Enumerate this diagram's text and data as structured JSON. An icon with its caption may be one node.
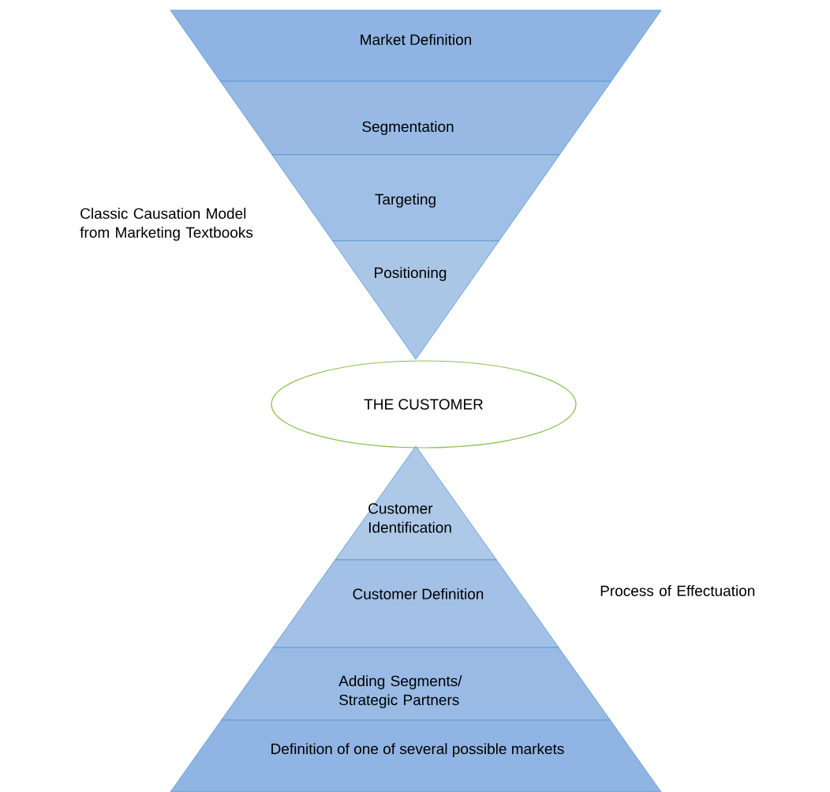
{
  "diagram": {
    "nodes": [
      {
        "text": [
          "Market Definition"
        ]
      },
      {
        "text": [
          "Segmentation"
        ]
      },
      {
        "text": [
          "Targeting"
        ]
      },
      {
        "text": [
          "Positioning"
        ]
      },
      {
        "text": [
          "THE CUSTOMER"
        ]
      },
      {
        "text": [
          "Customer Identification"
        ]
      },
      {
        "text": [
          "Customer Definition"
        ]
      },
      {
        "text": [
          "Adding Segments/ Strategic Partners"
        ]
      },
      {
        "text": [
          "Definition of one of several possible markets"
        ]
      }
    ],
    "labels": [
      "Classic Causation Model from Marketing Textbooks",
      "Process of Effectuation"
    ]
  }
}
